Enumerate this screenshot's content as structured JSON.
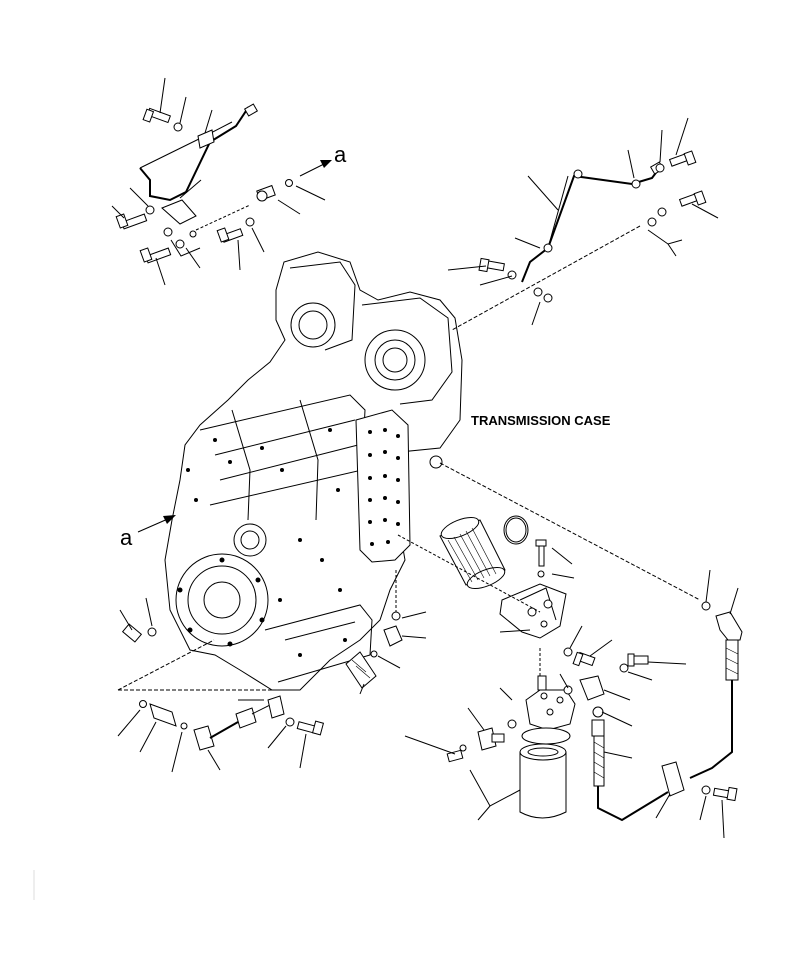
{
  "diagram": {
    "case_label": "TRANSMISSION CASE",
    "view_marker_top": "a",
    "view_marker_left": "a"
  }
}
